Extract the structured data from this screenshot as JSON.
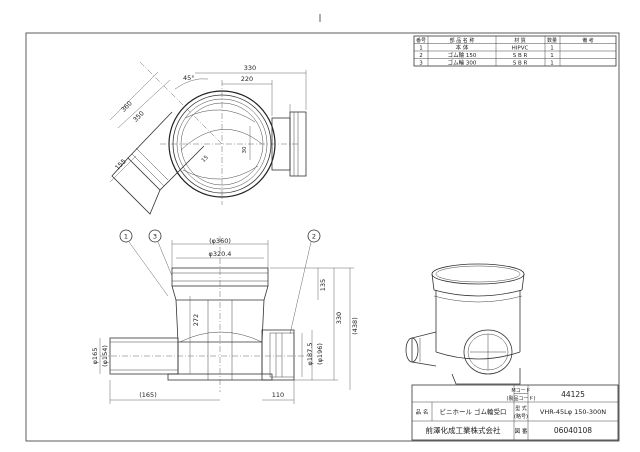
{
  "parts_table": {
    "headers": [
      "番号",
      "部 品 名 称",
      "材 質",
      "数量",
      "備 考"
    ],
    "rows": [
      [
        "1",
        "本 体",
        "HIPVC",
        "1",
        ""
      ],
      [
        "2",
        "ゴム輪 150",
        "S B R",
        "1",
        ""
      ],
      [
        "3",
        "ゴム輪 300",
        "S B R",
        "1",
        ""
      ]
    ]
  },
  "title_block": {
    "m_code_label": "Mコード",
    "m_code_sub": "(製品コード)",
    "m_code_value": "44125",
    "name_label": "品 名",
    "name_value": "ビニホール ゴム輪受口",
    "model_label": "型 式",
    "model_sub": "(略号)",
    "model_value": "VHR-45Lφ 150-300N",
    "company": "前澤化成工業株式会社",
    "drawing_label": "図 番",
    "drawing_number": "06040108"
  },
  "dimensions": {
    "top": {
      "angle": "45°",
      "w330": "330",
      "w220": "220",
      "d360": "360",
      "d350": "350",
      "d155": "155",
      "v30": "30",
      "v15": "15"
    },
    "front": {
      "d360": "(φ360)",
      "d320": "φ320.4",
      "h135": "135",
      "h330": "330",
      "h438": "(438)",
      "h272": "272",
      "d165": "φ165",
      "d154": "(φ154)",
      "d187": "φ187.5",
      "d196": "(φ196)",
      "l165": "(165)",
      "l110": "110"
    }
  },
  "callouts": [
    "1",
    "3",
    "2"
  ]
}
